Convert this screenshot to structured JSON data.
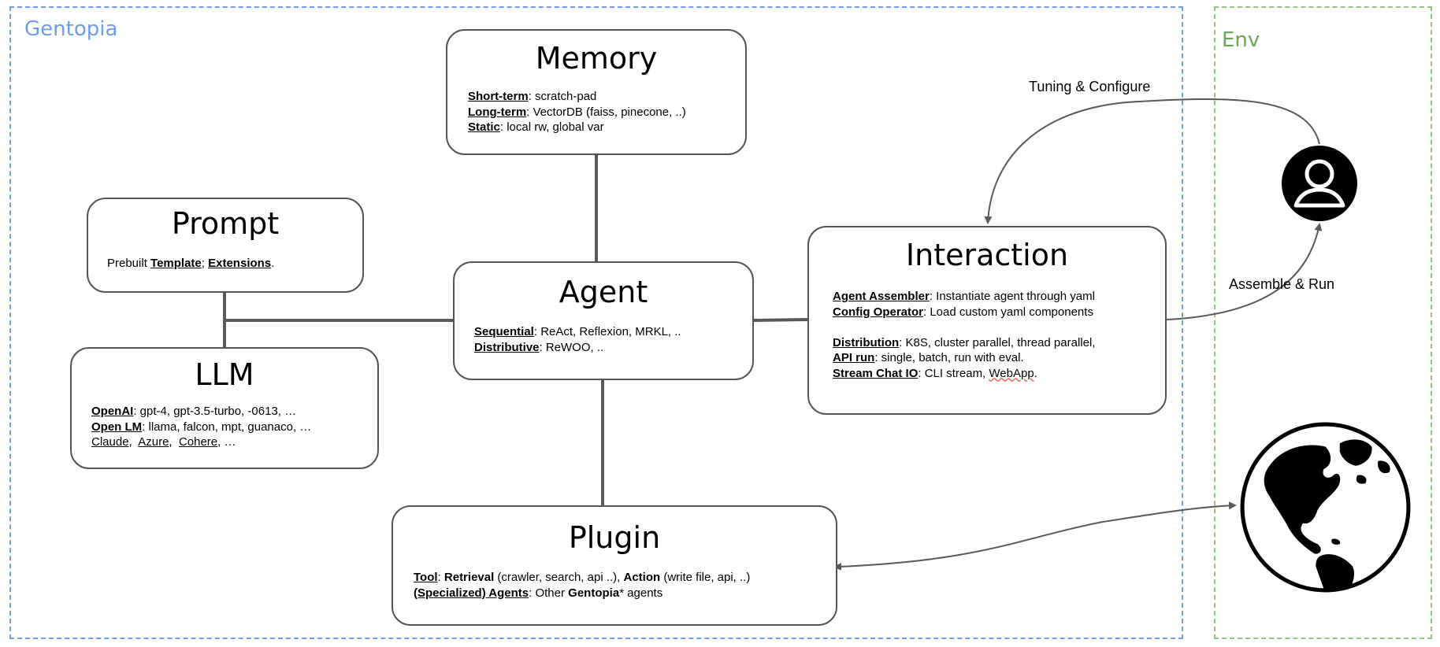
{
  "regions": {
    "gentopia": "Gentopia",
    "env": "Env"
  },
  "memory": {
    "title": "Memory",
    "short_term_label": "Short-term",
    "short_term_value": ": scratch-pad",
    "long_term_label": "Long-term",
    "long_term_value": ": VectorDB (faiss, pinecone, ..)",
    "static_label": "Static",
    "static_value": ": local rw, global var"
  },
  "prompt": {
    "title": "Prompt",
    "prefix": "Prebuilt ",
    "template": "Template",
    "separator": ";",
    "extensions": "Extensions",
    "suffix": "."
  },
  "llm": {
    "title": "LLM",
    "openai_label": "OpenAI",
    "openai_value": ": gpt-4, gpt-3.5-turbo, -0613, …",
    "openlm_label": "Open LM",
    "openlm_value": ": llama, falcon, mpt, guanaco, …",
    "claude": "Claude",
    "azure": "Azure",
    "cohere": "Cohere",
    "more": ", …"
  },
  "agent": {
    "title": "Agent",
    "sequential_label": "Sequential",
    "sequential_value": ": ReAct, Reflexion, MRKL, ..",
    "distributive_label": "Distributive",
    "distributive_value": ": ReWOO, .."
  },
  "interaction": {
    "title": "Interaction",
    "assembler_label": "Agent Assembler",
    "assembler_value": ": Instantiate agent through yaml",
    "config_label": "Config Operator",
    "config_value": ": Load custom yaml components",
    "distribution_label": "Distribution",
    "distribution_value": ": K8S, cluster parallel, thread parallel,",
    "api_label": "API run",
    "api_value": ": single, batch, run with eval.",
    "stream_label": "Stream Chat IO",
    "stream_value": ": CLI stream, ",
    "webapp": "WebApp",
    "stream_suffix": "."
  },
  "plugin": {
    "title": "Plugin",
    "tool_label": "Tool",
    "colon": ": ",
    "retrieval": "Retrieval",
    "retrieval_value": " (crawler, search, api ..), ",
    "action": "Action",
    "action_value": " (write file, api, ..)",
    "agents_label": "(Specialized) Agents",
    "agents_value": ": Other ",
    "gentopia": "Gentopia",
    "agents_suffix": "* agents"
  },
  "arrows": {
    "tuning": "Tuning & Configure",
    "assemble": "Assemble & Run"
  },
  "icons": {
    "user": "user-icon",
    "globe": "globe-icon"
  },
  "colors": {
    "gentopia_border": "#6d9eeb",
    "env_border": "#93c47d",
    "line": "#595959"
  }
}
